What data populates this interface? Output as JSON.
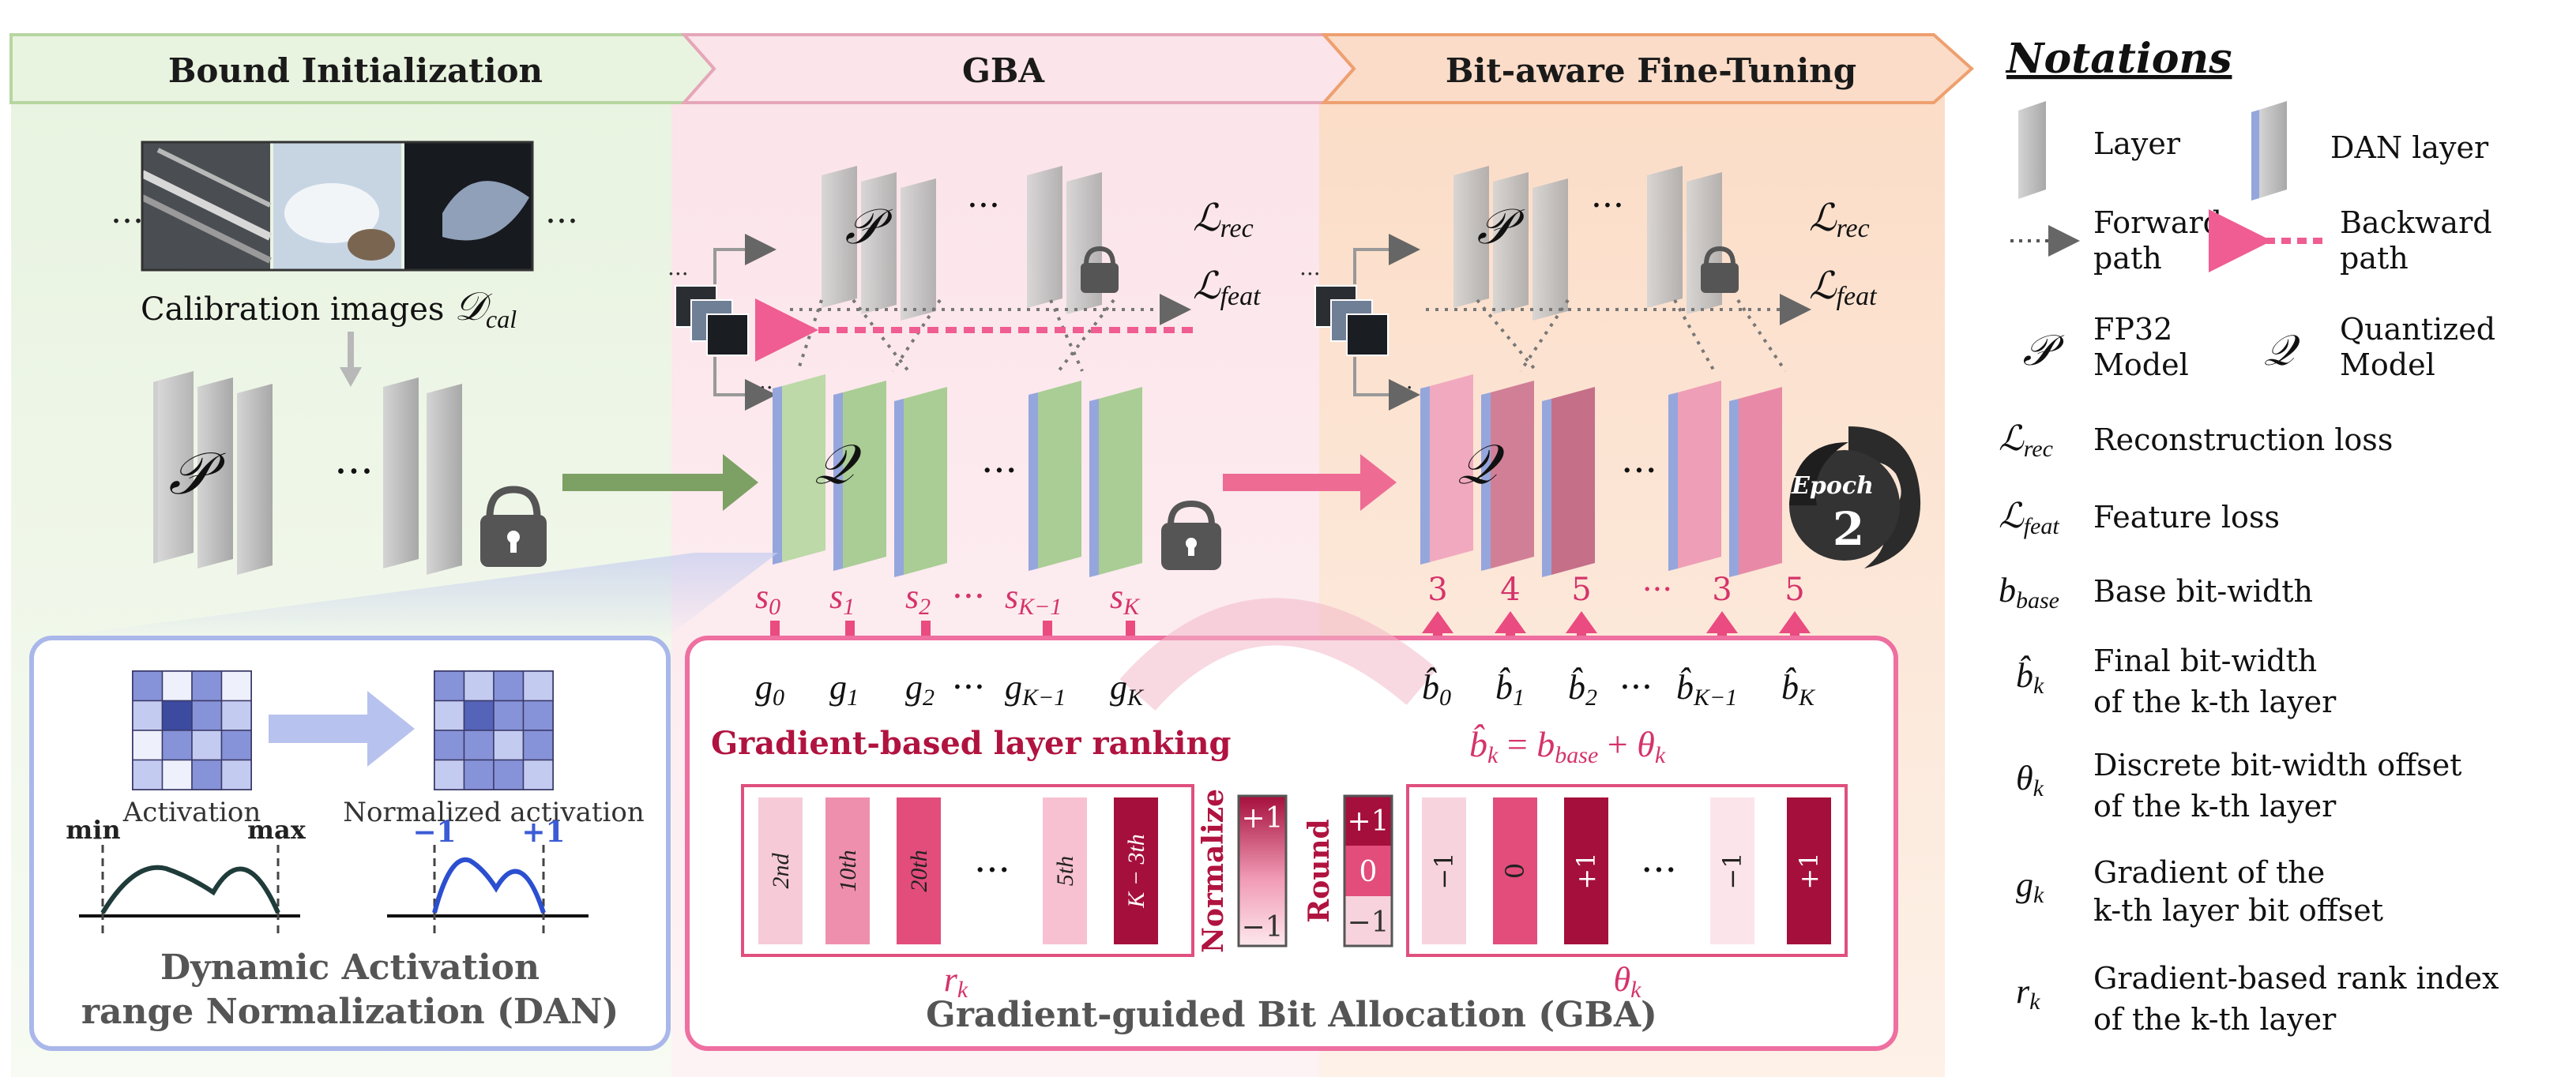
{
  "stages": {
    "bound_init": "Bound Initialization",
    "gba": "GBA",
    "finetune": "Bit-aware Fine-Tuning"
  },
  "calibration": {
    "label": "Calibration images",
    "symbol": "𝒟",
    "symbol_sub": "cal",
    "ellipsis": "..."
  },
  "models": {
    "fp32_symbol": "𝒫",
    "quant_symbol": "𝒬",
    "dots": "···"
  },
  "losses": {
    "rec": {
      "L": "ℒ",
      "sub": "rec"
    },
    "feat": {
      "L": "ℒ",
      "sub": "feat"
    }
  },
  "gba": {
    "scores": [
      {
        "base": "s",
        "sub": "0"
      },
      {
        "base": "s",
        "sub": "1"
      },
      {
        "base": "s",
        "sub": "2"
      },
      {
        "base": "s",
        "sub": "K−1"
      },
      {
        "base": "s",
        "sub": "K"
      }
    ],
    "gradients": [
      {
        "base": "g",
        "sub": "0"
      },
      {
        "base": "g",
        "sub": "1"
      },
      {
        "base": "g",
        "sub": "2"
      },
      {
        "base": "g",
        "sub": "K−1"
      },
      {
        "base": "g",
        "sub": "K"
      }
    ],
    "ranking_title": "Gradient-based layer ranking",
    "ranks": [
      "2nd",
      "10th",
      "20th",
      "5th",
      "K − 3th"
    ],
    "ranks_label": "r",
    "ranks_label_sub": "k",
    "normalize_label": "Normalize",
    "normalize_top": "+1",
    "normalize_bottom": "−1",
    "round_label": "Round",
    "round_values": [
      "+1",
      "0",
      "−1"
    ],
    "thetas": [
      "−1",
      "0",
      "+1",
      "−1",
      "+1"
    ],
    "theta_label": "θ",
    "theta_label_sub": "k",
    "formula": {
      "lhs": "b̂",
      "lhs_sub": "k",
      "eq": " = ",
      "b": "b",
      "b_sub": "base",
      "plus": " + ",
      "theta": "θ",
      "theta_sub": "k"
    },
    "box_title": "Gradient-guided Bit Allocation (GBA)",
    "dots": "···"
  },
  "finetune": {
    "bits": [
      "3",
      "4",
      "5",
      "···",
      "3",
      "5"
    ],
    "bhat": [
      {
        "base": "b̂",
        "sub": "0"
      },
      {
        "base": "b̂",
        "sub": "1"
      },
      {
        "base": "b̂",
        "sub": "2"
      },
      {
        "base": "b̂",
        "sub": "K−1"
      },
      {
        "base": "b̂",
        "sub": "K"
      }
    ],
    "epoch_label": "Epoch",
    "epoch_number": "2"
  },
  "dan": {
    "activation": "Activation",
    "normalized": "Normalized activation",
    "min": "min",
    "max": "max",
    "neg1": "−1",
    "pos1": "+1",
    "title_line1": "Dynamic Activation",
    "title_line2": "range Normalization (DAN)"
  },
  "notations": {
    "title": "Notations",
    "layer": "Layer",
    "dan_layer": "DAN layer",
    "forward": [
      "Forward",
      "path"
    ],
    "backward": [
      "Backward",
      "path"
    ],
    "fp32": [
      "FP32",
      "Model"
    ],
    "quantized": [
      "Quantized",
      "Model"
    ],
    "rec_loss": "Reconstruction loss",
    "feat_loss": "Feature loss",
    "b_base_sym": "b",
    "b_base_sub": "base",
    "b_base_desc": "Base bit-width",
    "bhat_sym": "b̂",
    "bhat_sub": "k",
    "bhat_desc": [
      "Final bit-width",
      "of the k-th layer"
    ],
    "theta_sym": "θ",
    "theta_sub": "k",
    "theta_desc": [
      "Discrete bit-width offset",
      "of the k-th layer"
    ],
    "g_sym": "g",
    "g_sub": "k",
    "g_desc": [
      "Gradient of the",
      "k-th layer bit offset"
    ],
    "r_sym": "r",
    "r_sub": "k",
    "r_desc": [
      "Gradient-based rank index",
      "of the k-th layer"
    ]
  },
  "colors": {
    "green_bg": "#eef6e8",
    "pink_bg": "#fdeff2",
    "orange_bg": "#fdeee2",
    "accent_pink": "#d5336b",
    "accent_dark": "#9e1138",
    "dan_blue": "#95a6dc",
    "layer_gray": "#bdbdbd",
    "layer_green": "#a9cd94"
  }
}
